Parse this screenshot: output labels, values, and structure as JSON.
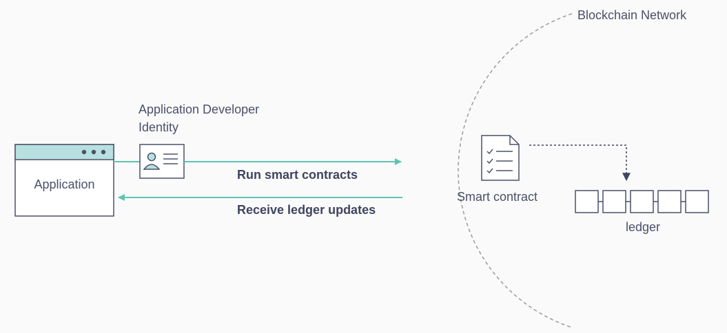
{
  "network": {
    "title": "Blockchain Network"
  },
  "identity": {
    "line1": "Application Developer",
    "line2": "Identity",
    "icon": "id-card-icon"
  },
  "application": {
    "label": "Application",
    "window_dots": 3
  },
  "flows": {
    "run": "Run smart contracts",
    "receive": "Receive ledger updates"
  },
  "smart_contract": {
    "label": "Smart contract",
    "icon": "document-checklist-icon"
  },
  "ledger": {
    "label": "ledger",
    "block_count": 5
  },
  "colors": {
    "line": "#5dc3b1",
    "app_header": "#b9e0e0",
    "stroke": "#4a5068",
    "text": "#4a5068",
    "dashed": "#9a9a9a",
    "background": "#fafafa"
  }
}
